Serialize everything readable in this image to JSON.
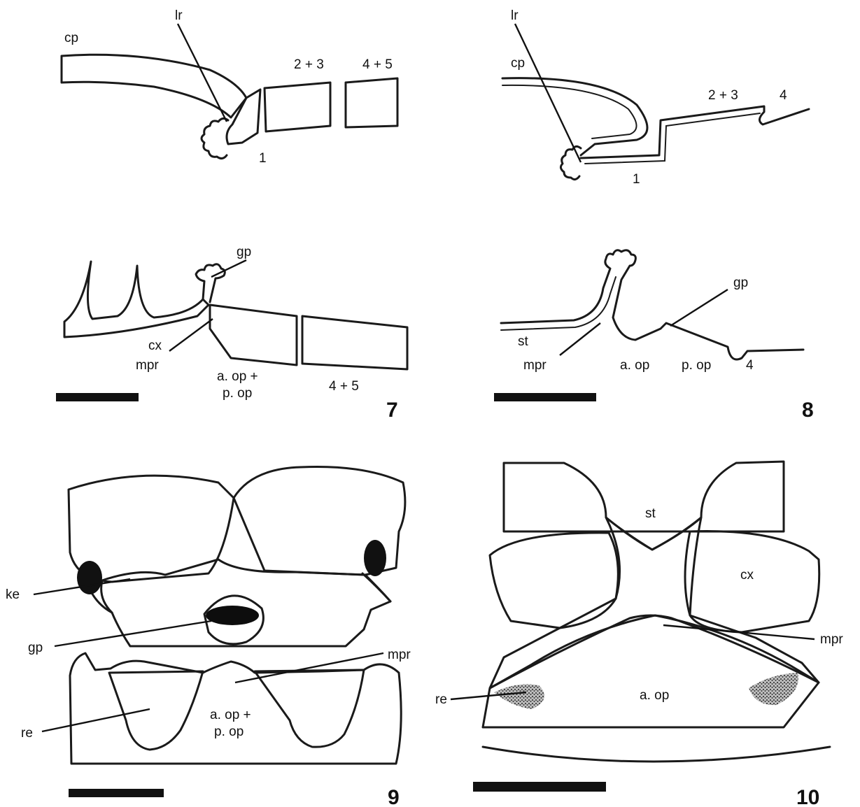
{
  "fig7": {
    "number": "7",
    "cp": "cp",
    "lr": "lr",
    "seg23": "2 + 3",
    "seg45": "4 + 5",
    "one": "1",
    "gp": "gp",
    "cx": "cx",
    "mpr": "mpr",
    "aop1": "a. op +",
    "aop2": "p. op",
    "seg45b": "4 + 5"
  },
  "fig8": {
    "number": "8",
    "cp": "cp",
    "lr": "lr",
    "seg23": "2 + 3",
    "four": "4",
    "one": "1",
    "gp": "gp",
    "st": "st",
    "mpr": "mpr",
    "aop": "a. op",
    "pop": "p. op",
    "fourb": "4"
  },
  "fig9": {
    "number": "9",
    "ke": "ke",
    "gp": "gp",
    "mpr": "mpr",
    "re": "re",
    "aop1": "a. op +",
    "aop2": "p. op"
  },
  "fig10": {
    "number": "10",
    "st": "st",
    "cx": "cx",
    "mpr": "mpr",
    "re": "re",
    "aop": "a. op"
  },
  "colors": {
    "ink": "#1a1a1a",
    "stipple": "#cfcfcf",
    "dark": "#3a3a3a"
  }
}
